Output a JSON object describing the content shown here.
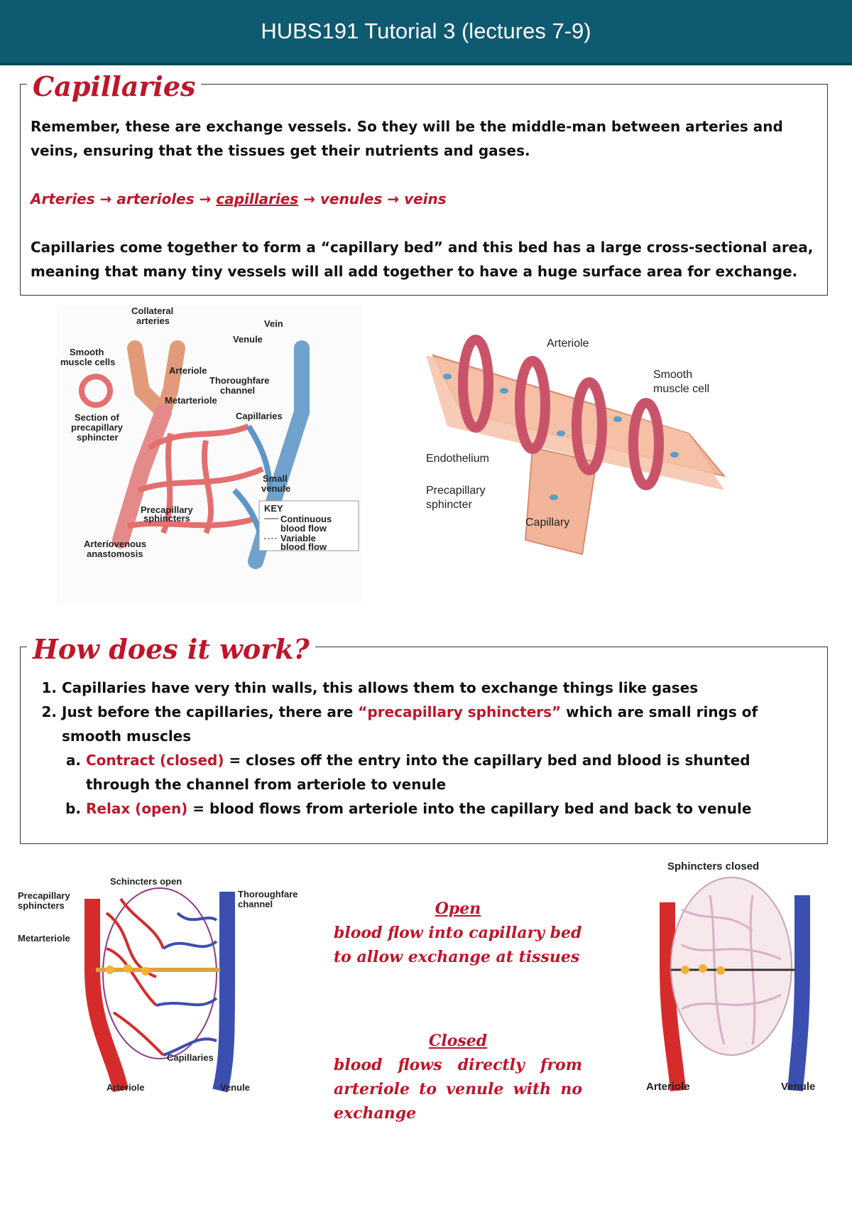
{
  "header": {
    "title": "HUBS191 Tutorial 3 (lectures 7-9)"
  },
  "section1": {
    "heading": "Capillaries",
    "para1": "Remember, these are exchange vessels. So they will be the middle-man between arteries and veins, ensuring that the tissues get their nutrients and gases.",
    "flow": {
      "a": "Arteries",
      "b": "arterioles",
      "c": "capillaries",
      "d": "venules",
      "e": "veins",
      "arrow": "→"
    },
    "para2": "Capillaries come together to form a “capillary bed” and this bed has a large cross-sectional area, meaning that many tiny vessels will all add together to have a huge surface area for exchange."
  },
  "figure1": {
    "labels": {
      "collateral": "Collateral",
      "arteries": "arteries",
      "vein": "Vein",
      "venule": "Venule",
      "smooth": "Smooth",
      "muscle_cells": "muscle cells",
      "arteriole": "Arteriole",
      "thoroughfare": "Thoroughfare",
      "channel": "channel",
      "metarteriole": "Metarteriole",
      "capillaries": "Capillaries",
      "section_of": "Section of",
      "precapillary": "precapillary",
      "sphincter": "sphincter",
      "small": "Small",
      "venule2": "venule",
      "precap_sph1": "Precapillary",
      "precap_sph2": "sphincters",
      "av1": "Arteriovenous",
      "av2": "anastomosis",
      "key": "KEY",
      "cont1": "Continuous",
      "cont2": "blood flow",
      "var1": "Variable",
      "var2": "blood flow"
    }
  },
  "figure2": {
    "labels": {
      "arteriole": "Arteriole",
      "smooth": "Smooth",
      "muscle_cell": "muscle cell",
      "endothelium": "Endothelium",
      "precap1": "Precapillary",
      "precap2": "sphincter",
      "capillary": "Capillary"
    }
  },
  "section2": {
    "heading": "How does it work?",
    "item1": "Capillaries have very thin walls, this allows them to exchange things like gases",
    "item2_pre": "Just before the capillaries, there are ",
    "item2_red": "“precapillary sphincters”",
    "item2_post": " which are small rings of smooth muscles",
    "sub_a_red": "Contract (closed)",
    "sub_a_text": " = closes off the entry into the capillary bed and blood is shunted through the channel from arteriole to venule",
    "sub_b_red": "Relax (open)",
    "sub_b_text": " = blood flows from arteriole into the capillary bed and back to venule"
  },
  "figure3": {
    "labels": {
      "open": "Schincters open",
      "precap1": "Precapillary",
      "precap2": "sphincters",
      "metarteriole": "Metarteriole",
      "thor1": "Thoroughfare",
      "thor2": "channel",
      "capillaries": "Capillaries",
      "arteriole": "Arteriole",
      "venule": "Venule"
    }
  },
  "notes": {
    "open_title": "Open",
    "open_text": "blood flow into capillary bed to allow exchange at tissues",
    "closed_title": "Closed",
    "closed_text": "blood flows directly from arteriole to venule with no exchange"
  },
  "figure4": {
    "labels": {
      "closed": "Sphincters closed",
      "arteriole": "Arteriole",
      "venule": "Venule"
    }
  }
}
